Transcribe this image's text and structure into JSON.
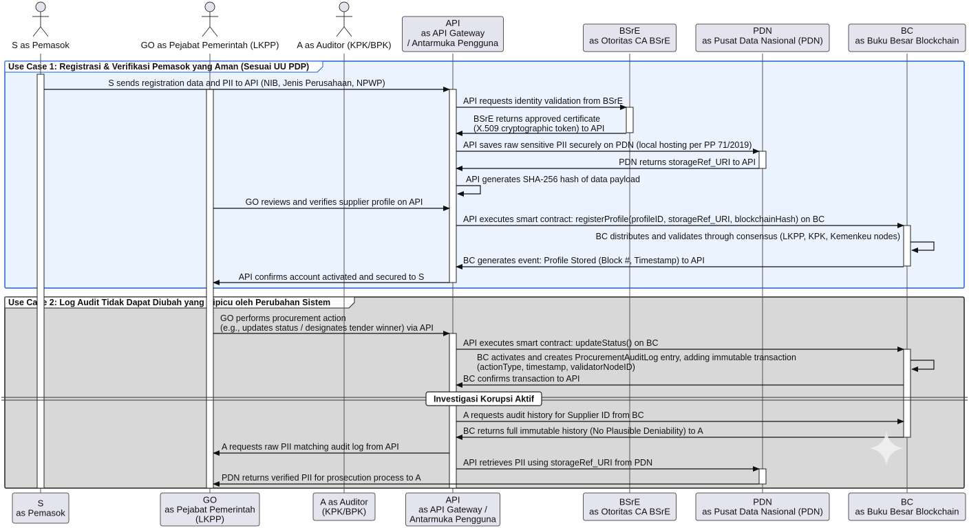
{
  "participants": {
    "s": {
      "type": "actor",
      "top": [
        "S as Pemasok"
      ],
      "bottom": [
        "S",
        "as Pemasok"
      ]
    },
    "go": {
      "type": "actor",
      "top": [
        "GO as Pejabat Pemerintah (LKPP)"
      ],
      "bottom": [
        "GO",
        "as Pejabat Pemerintah",
        "(LKPP)"
      ]
    },
    "a": {
      "type": "actor",
      "top": [
        "A as Auditor (KPK/BPK)"
      ],
      "bottom": [
        "A as Auditor",
        "(KPK/BPK)"
      ]
    },
    "api": {
      "type": "box",
      "top": [
        "API",
        "as API Gateway",
        "/ Antarmuka Pengguna"
      ],
      "bottom": [
        "API",
        "as API Gateway /",
        "Antarmuka Pengguna"
      ]
    },
    "bsre": {
      "type": "box",
      "top": [
        "BSrE",
        "as Otoritas CA BSrE"
      ],
      "bottom": [
        "BSrE",
        "as Otoritas CA BSrE"
      ]
    },
    "pdn": {
      "type": "box",
      "top": [
        "PDN",
        "as Pusat Data Nasional (PDN)"
      ],
      "bottom": [
        "PDN",
        "as Pusat Data Nasional (PDN)"
      ]
    },
    "bc": {
      "type": "box",
      "top": [
        "BC",
        "as Buku Besar Blockchain"
      ],
      "bottom": [
        "BC",
        "as Buku Besar Blockchain"
      ]
    }
  },
  "groups": [
    {
      "title": "Use Case 1: Registrasi & Verifikasi Pemasok yang Aman (Sesuai UU PDP)",
      "fill": "#ebf4fe",
      "stroke": "#1f5fcf"
    },
    {
      "title": "Use Case 2: Log Audit Tidak Dapat Diubah yang Dipicu oleh Perubahan Sistem",
      "fill": "#d8d8d8",
      "stroke": "#222222"
    }
  ],
  "divider": "Investigasi Korupsi Aktif",
  "messages": [
    {
      "from": "s",
      "to": "api",
      "lines": [
        "S sends registration data and PII to API (NIB, Jenis Perusahaan, NPWP)"
      ]
    },
    {
      "from": "api",
      "to": "bsre",
      "lines": [
        "API requests identity validation from BSrE"
      ]
    },
    {
      "from": "bsre",
      "to": "api",
      "lines": [
        "BSrE returns approved certificate",
        "(X.509 cryptographic token) to API"
      ]
    },
    {
      "from": "api",
      "to": "pdn",
      "lines": [
        "API saves raw sensitive PII securely on PDN (local hosting per PP 71/2019)"
      ]
    },
    {
      "from": "pdn",
      "to": "api",
      "lines": [
        "PDN returns storageRef_URI to API"
      ]
    },
    {
      "from": "api",
      "to": "api",
      "lines": [
        "API generates SHA-256 hash of data payload"
      ]
    },
    {
      "from": "go",
      "to": "api",
      "lines": [
        "GO reviews and verifies supplier profile on API"
      ]
    },
    {
      "from": "api",
      "to": "bc",
      "lines": [
        "API executes smart contract: registerProfile(profileID, storageRef_URI, blockchainHash) on BC"
      ]
    },
    {
      "from": "bc",
      "to": "bc",
      "lines": [
        "BC distributes and validates through consensus (LKPP, KPK, Kemenkeu nodes)"
      ]
    },
    {
      "from": "bc",
      "to": "api",
      "lines": [
        "BC generates event: Profile Stored (Block #, Timestamp) to API"
      ]
    },
    {
      "from": "api",
      "to": "go",
      "lines": [
        "API confirms account activated and secured to S"
      ]
    },
    {
      "from": "go",
      "to": "api",
      "lines": [
        "GO performs procurement action",
        "(e.g., updates status / designates tender winner) via API"
      ]
    },
    {
      "from": "api",
      "to": "bc",
      "lines": [
        "API executes smart contract: updateStatus() on BC"
      ]
    },
    {
      "from": "bc",
      "to": "bc",
      "lines": [
        "BC activates and creates ProcurementAuditLog entry, adding immutable transaction",
        "(actionType, timestamp, validatorNodeID)"
      ]
    },
    {
      "from": "bc",
      "to": "api",
      "lines": [
        "BC confirms transaction to API"
      ]
    },
    {
      "from": "api",
      "to": "bc",
      "lines": [
        "A requests audit history for Supplier ID from BC"
      ]
    },
    {
      "from": "bc",
      "to": "api",
      "lines": [
        "BC returns full immutable history (No Plausible Deniability) to A"
      ]
    },
    {
      "from": "api",
      "to": "go",
      "lines": [
        "A requests raw PII matching audit log from API"
      ]
    },
    {
      "from": "api",
      "to": "pdn",
      "lines": [
        "API retrieves PII using storageRef_URI from PDN"
      ]
    },
    {
      "from": "pdn",
      "to": "go",
      "lines": [
        "PDN returns verified PII for prosecution process to A"
      ]
    }
  ]
}
